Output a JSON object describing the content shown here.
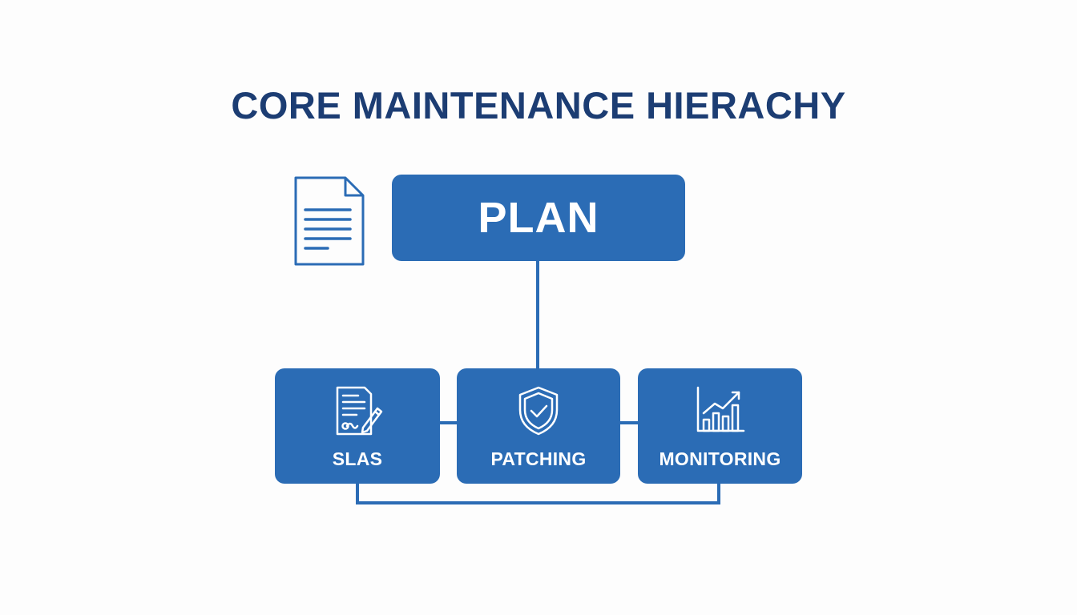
{
  "title": "CORE MAINTENANCE HIERACHY",
  "colors": {
    "title": "#1c3d73",
    "node_fill": "#2b6cb5",
    "connector": "#2b6cb5",
    "node_text": "#ffffff",
    "icon_stroke": "#ffffff",
    "background": "#fdfdfd"
  },
  "root": {
    "label": "PLAN",
    "side_icon": "document-icon"
  },
  "children": [
    {
      "label": "SLAS",
      "icon": "signed-document-icon"
    },
    {
      "label": "PATCHING",
      "icon": "shield-check-icon"
    },
    {
      "label": "MONITORING",
      "icon": "bar-chart-trend-icon"
    }
  ]
}
